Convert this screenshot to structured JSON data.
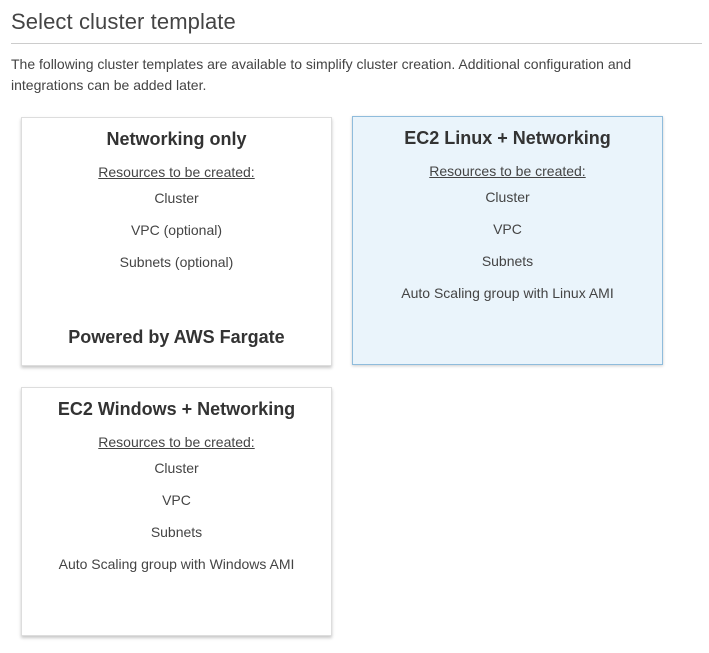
{
  "header": {
    "title": "Select cluster template",
    "description": "The following cluster templates are available to simplify cluster creation. Additional configuration and integrations can be added later."
  },
  "templates": [
    {
      "title": "Networking only",
      "resources_header": "Resources to be created:",
      "resources": [
        "Cluster",
        "VPC (optional)",
        "Subnets (optional)"
      ],
      "footer": "Powered by AWS Fargate",
      "selected": false
    },
    {
      "title": "EC2 Linux + Networking",
      "resources_header": "Resources to be created:",
      "resources": [
        "Cluster",
        "VPC",
        "Subnets",
        "Auto Scaling group with Linux AMI"
      ],
      "footer": "",
      "selected": true
    },
    {
      "title": "EC2 Windows + Networking",
      "resources_header": "Resources to be created:",
      "resources": [
        "Cluster",
        "VPC",
        "Subnets",
        "Auto Scaling group with Windows AMI"
      ],
      "footer": "",
      "selected": false
    }
  ],
  "colors": {
    "selected_background": "#eaf4fb",
    "selected_border": "#8fbcdc"
  }
}
